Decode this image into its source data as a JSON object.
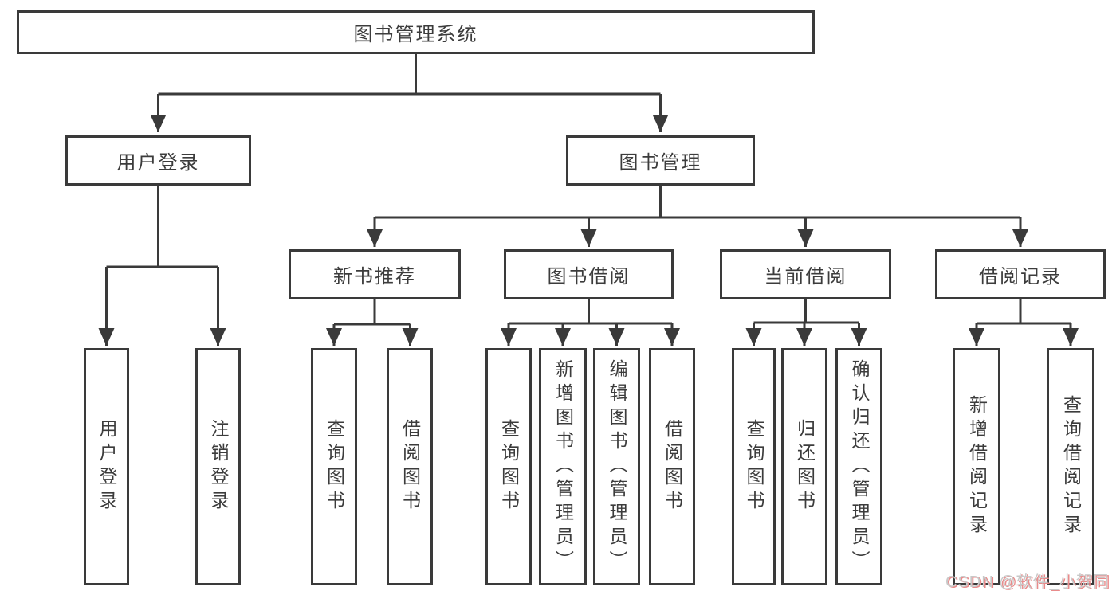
{
  "diagram_title": "图书管理系统",
  "nodes": {
    "root": "图书管理系统",
    "user_login": "用户登录",
    "book_management": "图书管理",
    "new_book_recommendation": "新书推荐",
    "book_borrowing": "图书借阅",
    "current_borrowing": "当前借阅",
    "borrowing_records": "借阅记录",
    "leaf_user_login": "用户登录",
    "leaf_logout": "注销登录",
    "leaf_nbr_query_book": "查询图书",
    "leaf_nbr_borrow_book": "借阅图书",
    "leaf_bb_query_book": "查询图书",
    "leaf_bb_add_book": "新增图书（管理员）",
    "leaf_bb_edit_book": "编辑图书（管理员）",
    "leaf_bb_borrow_book": "借阅图书",
    "leaf_cb_query_book": "查询图书",
    "leaf_cb_return_book": "归还图书",
    "leaf_cb_confirm_return": "确认归还（管理员）",
    "leaf_br_add_record": "新增借阅记录",
    "leaf_br_query_record": "查询借阅记录"
  },
  "hierarchy": {
    "图书管理系统": {
      "用户登录": [
        "用户登录",
        "注销登录"
      ],
      "图书管理": {
        "新书推荐": [
          "查询图书",
          "借阅图书"
        ],
        "图书借阅": [
          "查询图书",
          "新增图书（管理员）",
          "编辑图书（管理员）",
          "借阅图书"
        ],
        "当前借阅": [
          "查询图书",
          "归还图书",
          "确认归还（管理员）"
        ],
        "借阅记录": [
          "新增借阅记录",
          "查询借阅记录"
        ]
      }
    }
  },
  "watermark": {
    "text": "CSDN @软件_小贺同学"
  },
  "colors": {
    "line": "#3a3a3a",
    "text": "#3c3c3c",
    "bg": "#ffffff",
    "watermark_text": "#c8c8c8",
    "watermark_shadow": "#e98b8b"
  }
}
